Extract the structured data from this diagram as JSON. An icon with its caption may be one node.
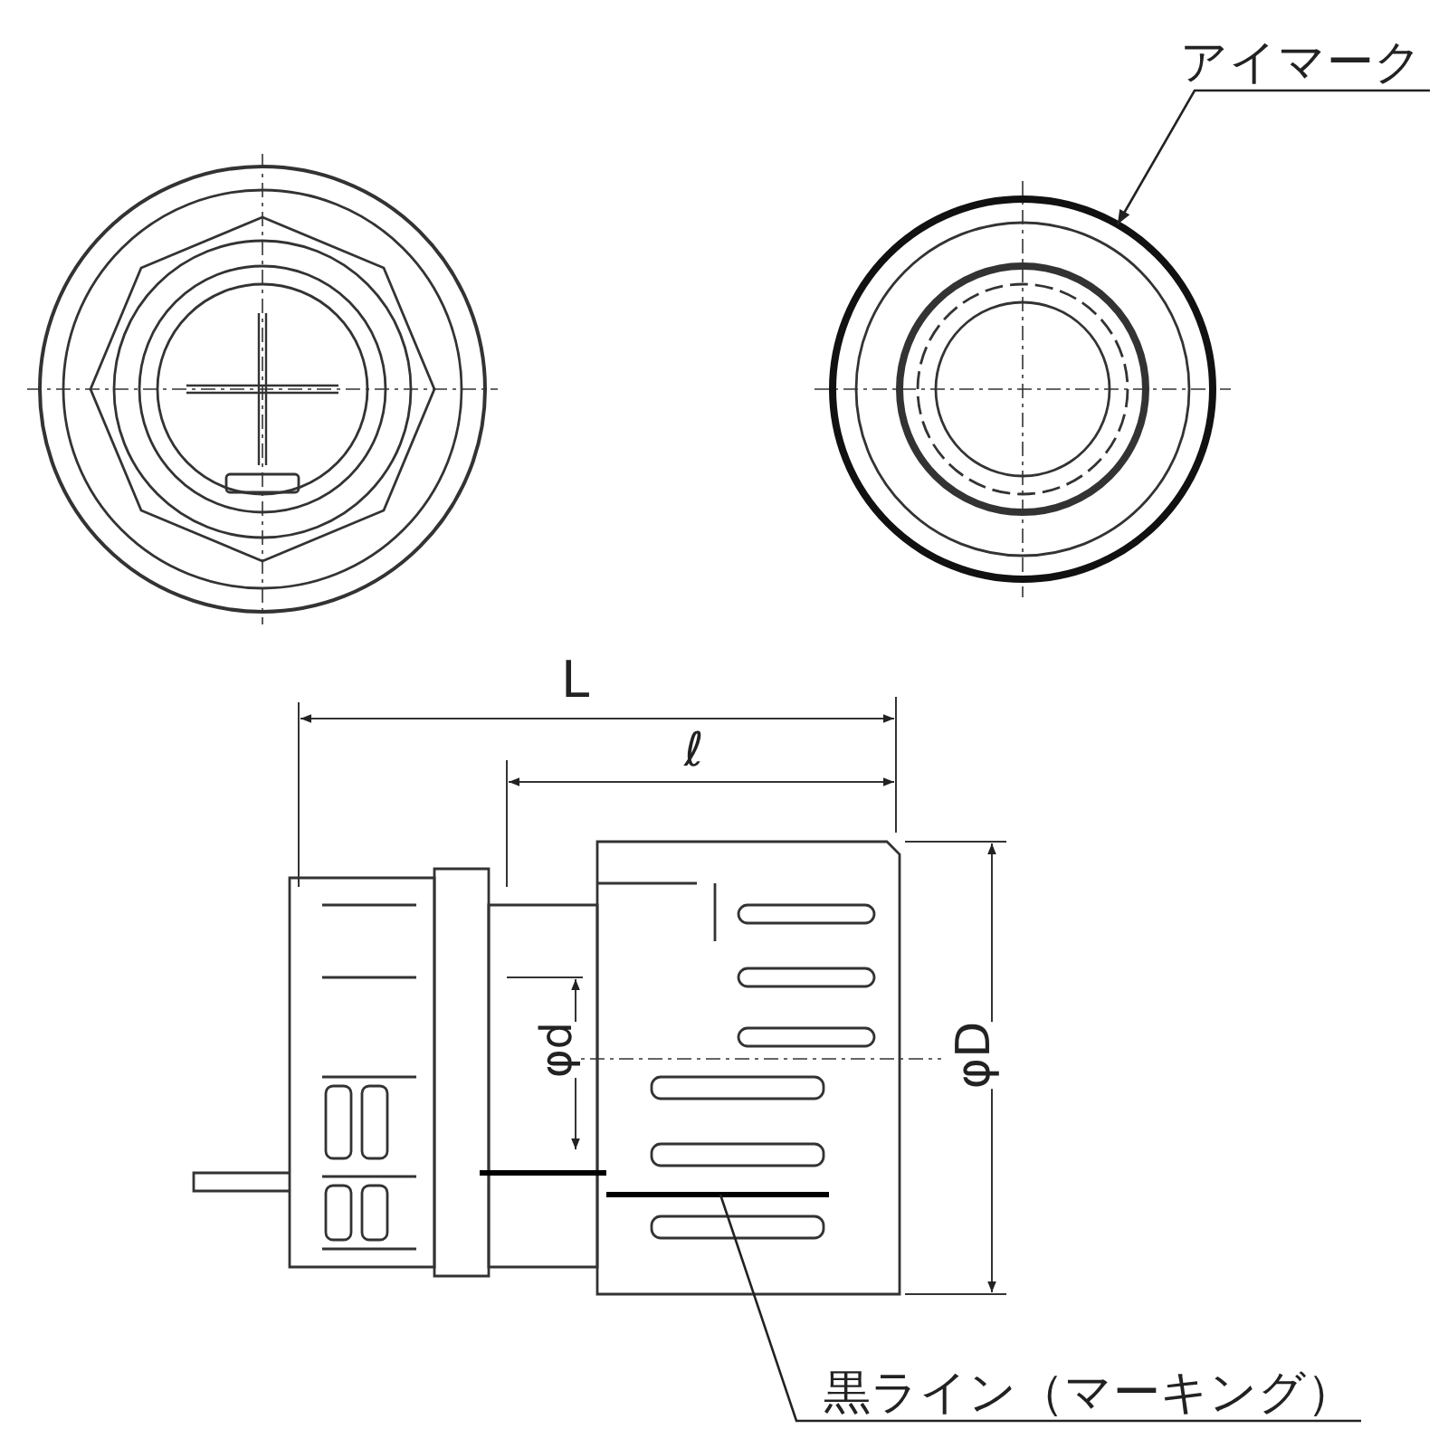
{
  "diagram": {
    "nodes": [
      {
        "text": [
          "アイマーク"
        ]
      },
      {
        "text": [],
        "shape": "circle"
      },
      {
        "text": [
          "黒ライン（マーキング）"
        ]
      },
      {
        "text": [],
        "shape": "line"
      }
    ],
    "edges": [
      {
        "from": 0,
        "to": 1,
        "arrow": "to"
      },
      {
        "from": 2,
        "to": 3,
        "arrow": "none"
      }
    ],
    "labels": [
      "L",
      "ℓ",
      "φd",
      "φD"
    ]
  }
}
